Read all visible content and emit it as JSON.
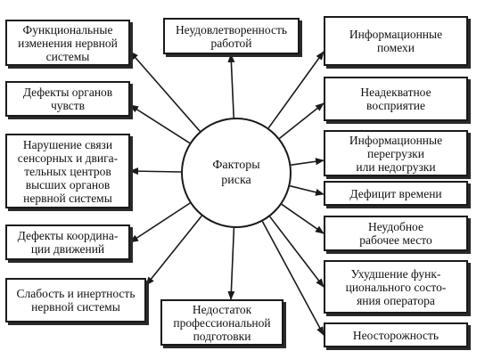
{
  "center": {
    "label": "Факторы\nриска"
  },
  "factors": [
    {
      "id": "functional-changes",
      "label": "Функциональные\nизменения нервной\nсистемы"
    },
    {
      "id": "sense-organ-defects",
      "label": "Дефекты органов\nчувств"
    },
    {
      "id": "sensory-motor-link",
      "label": "Нарушение связи\nсенсорных и двига-\nтельных центров\nвысших органов\nнервной системы"
    },
    {
      "id": "coordination-defects",
      "label": "Дефекты координа-\nции движений"
    },
    {
      "id": "nervous-weakness",
      "label": "Слабость и инертность\nнервной системы"
    },
    {
      "id": "work-dissatisfaction",
      "label": "Неудовлетворенность\nработой"
    },
    {
      "id": "insufficient-training",
      "label": "Недостаток\nпрофессиональной\nподготовки"
    },
    {
      "id": "information-noise",
      "label": "Информационные\nпомехи"
    },
    {
      "id": "inadequate-perception",
      "label": "Неадекватное\nвосприятие"
    },
    {
      "id": "information-overload",
      "label": "Информационные\nперегрузки\nили недогрузки"
    },
    {
      "id": "time-deficit",
      "label": "Дефицит времени"
    },
    {
      "id": "uncomfortable-workplace",
      "label": "Неудобное\nрабочее место"
    },
    {
      "id": "operator-state",
      "label": "Ухудшение функ-\nционального состо-\nяния оператора"
    },
    {
      "id": "carelessness",
      "label": "Неосторожность"
    }
  ]
}
